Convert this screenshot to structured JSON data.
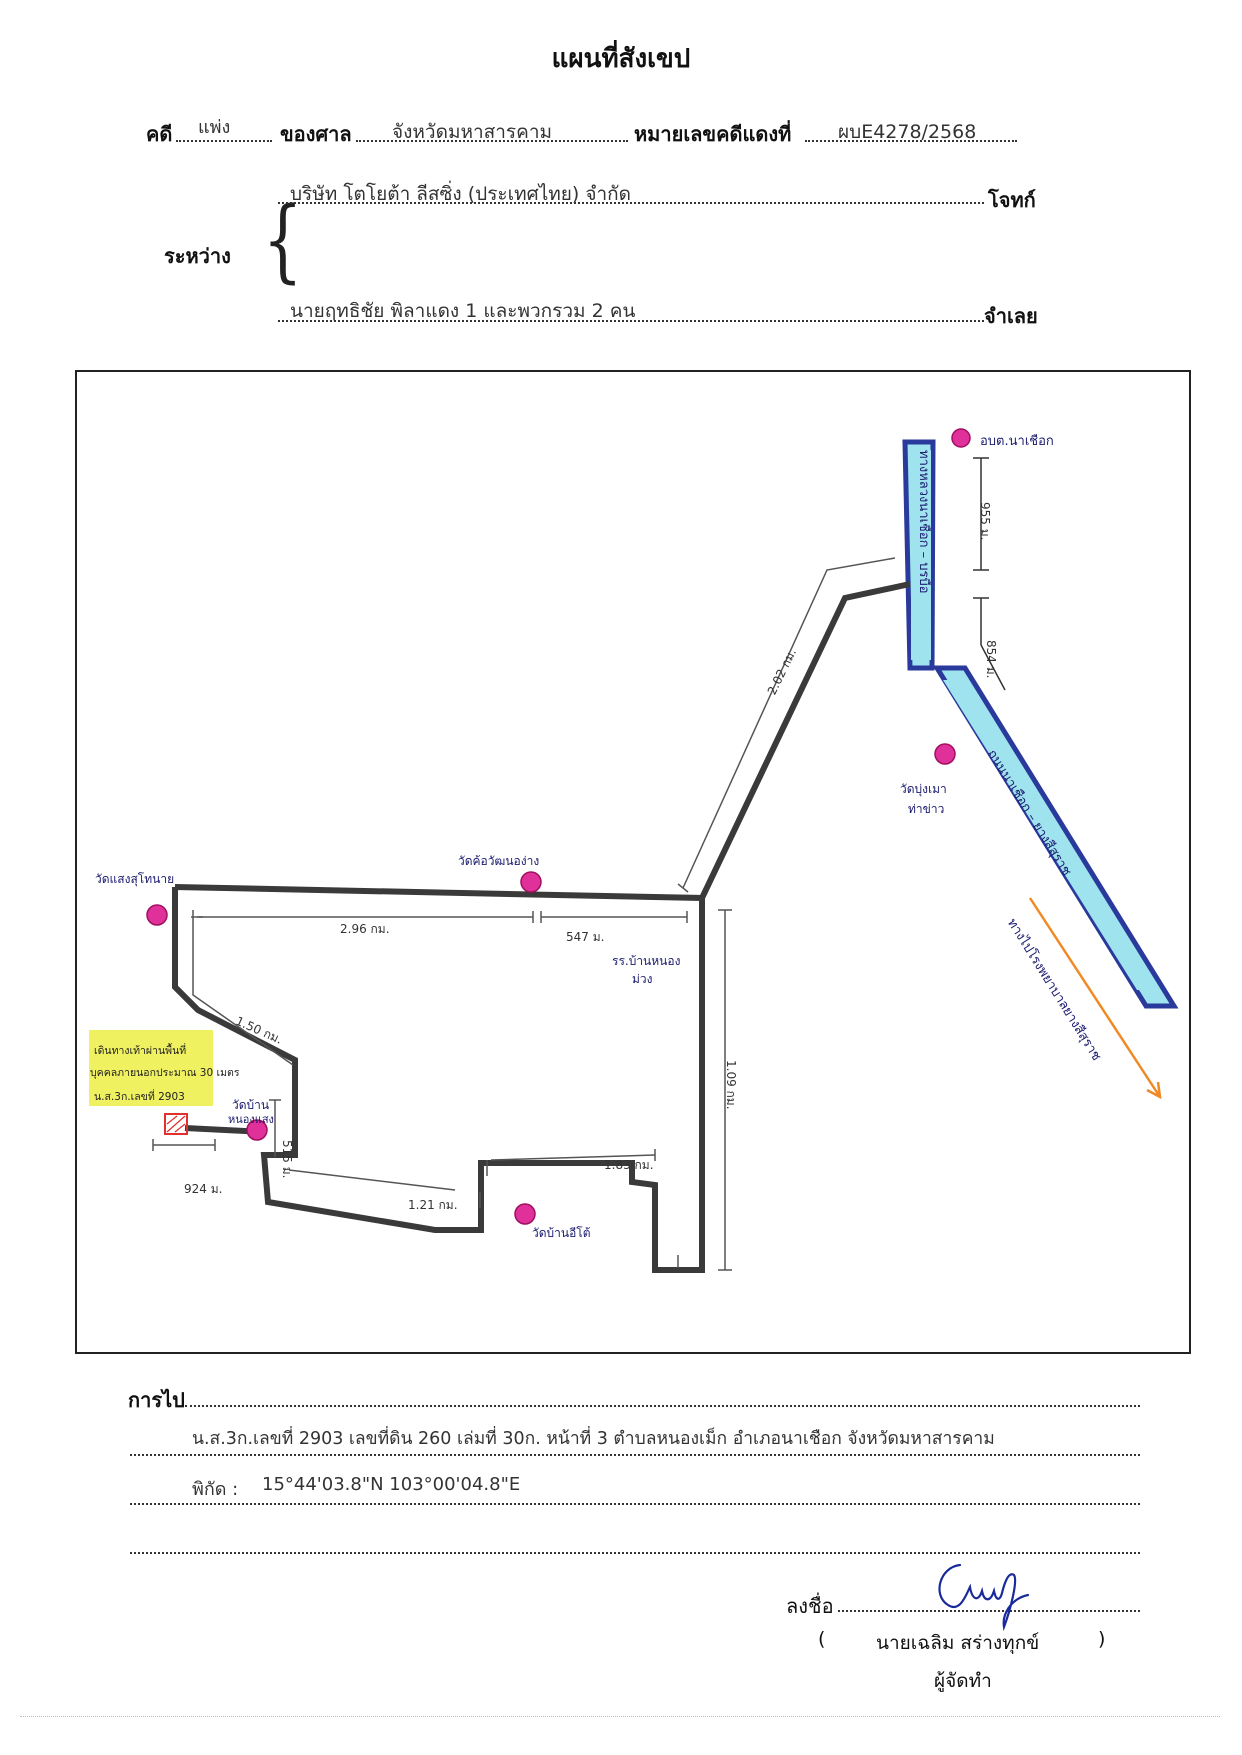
{
  "document": {
    "title": "แผนที่สังเขป",
    "case_label": "คดี",
    "case_type": "แพ่ง",
    "court_label": "ของศาล",
    "court_name": "จังหวัดมหาสารคาม",
    "red_case_label": "หมายเลขคดีแดงที่",
    "red_case_no": "ผบE4278/2568",
    "between_label": "ระหว่าง",
    "plaintiff": "บริษัท โตโยต้า ลีสซิ่ง (ประเทศไทย) จำกัด",
    "plaintiff_label": "โจทก์",
    "defendant": "นายฤทธิชัย พิลาแดง 1 และพวกรวม 2 คน",
    "defendant_label": "จำเลย"
  },
  "map": {
    "labels": {
      "subdistrict_office": "อบต.นาเชือก",
      "dist_top": "955 ม.",
      "dist_right_mid": "854 ม.",
      "dist_diag": "2.02 กม.",
      "road_upper": "ทางหลวงนาเชือก – บรบือ",
      "road_lower": "ถนนนาเชือก – ยางสีสุราช",
      "temple_right": "วัดบุ่งเมา",
      "temple_right_2": "ท่าข่าว",
      "direction": "ทางไปโรงพยาบาลยางสีสุราช",
      "temple_left": "วัดแสงสุโทนาย",
      "temple_mid": "วัดค้อวัฒนอง่าง",
      "dist_top_left": "2.96 กม.",
      "dist_top_right": "547 ม.",
      "school": "รร.บ้านหนอง",
      "school_2": "ม่วง",
      "dist_diag_left": "1.50 กม.",
      "dist_right_vertical": "1.09 กม.",
      "note_line1": "เดินทางเท้าผ่านพื้นที่",
      "note_line2": "บุคคลภายนอกประมาณ 30 เมตร",
      "note_line3": "น.ส.3ก.เลขที่ 2903",
      "temple_small": "วัดบ้าน",
      "temple_small_2": "หนองแสง",
      "dist_bottom_right": "1.83 กม.",
      "dist_small_vertical": "515 ม.",
      "dist_far_left": "924 ม.",
      "dist_bottom": "1.21 กม.",
      "temple_bottom": "วัดบ้านอีโต้"
    }
  },
  "footer": {
    "goto_label": "การไป",
    "land_text": "น.ส.3ก.เลขที่ 2903 เลขที่ดิน 260 เล่มที่ 30ก. หน้าที่ 3 ตำบลหนองเม็ก อำเภอนาเชือก จังหวัดมหาสารคาม",
    "coord_label": "พิกัด :",
    "coord_value": "15°44'03.8\"N 103°00'04.8\"E",
    "sign_label": "ลงชื่อ",
    "signer_open": "(",
    "signer_name": "นายเฉลิม  สร่างทุกข์",
    "signer_close": ")",
    "signer_role": "ผู้จัดทำ"
  },
  "colors": {
    "road_blue": "#2a3a9c",
    "road_fill": "#9fe3ee",
    "marker": "#e0309a",
    "orange": "#f08a26",
    "highlight": "#eef050",
    "route": "#3a3a3a"
  }
}
